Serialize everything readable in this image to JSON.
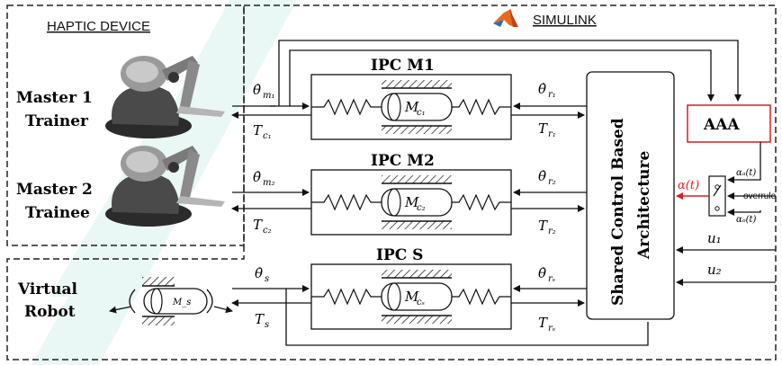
{
  "haptic_device_label": "HAPTIC DEVICE",
  "simulink_label": "SIMULINK",
  "masters": [
    {
      "line1": "Master 1",
      "line2": "Trainer"
    },
    {
      "line1": "Master 2",
      "line2": "Trainee"
    }
  ],
  "virtual_robot": {
    "line1": "Virtual",
    "line2": "Robot",
    "mass_label": "M_s"
  },
  "ipc_blocks": [
    {
      "title": "IPC M1",
      "mass": "M",
      "mass_sub": "c₁",
      "in_dot": "θ̇",
      "in_sub": "m₁",
      "out_T": "T",
      "out_T_sub": "c₁",
      "ref_dot": "θ̇",
      "ref_sub": "r₁",
      "ref_T": "T",
      "ref_T_sub": "r₁"
    },
    {
      "title": "IPC M2",
      "mass": "M",
      "mass_sub": "c₂",
      "in_dot": "θ̇",
      "in_sub": "m₂",
      "out_T": "T",
      "out_T_sub": "c₂",
      "ref_dot": "θ̇",
      "ref_sub": "r₂",
      "ref_T": "T",
      "ref_T_sub": "r₂"
    },
    {
      "title": "IPC S",
      "mass": "M",
      "mass_sub": "cₛ",
      "in_dot": "θ̇",
      "in_sub": "s",
      "out_T": "T",
      "out_T_sub": "s",
      "ref_dot": "θ̇",
      "ref_sub": "rₛ",
      "ref_T": "T",
      "ref_T_sub": "rₛ"
    }
  ],
  "shared_control": {
    "line1": "Shared Control Based",
    "line2": "Architecture"
  },
  "aaa_label": "AAA",
  "switch": {
    "alpha_a": "αₐ(t)",
    "alpha_o": "αₒ(t)",
    "overrule": "overrule"
  },
  "alpha_out": "α(t)",
  "inputs": {
    "u1": "u₁",
    "u2": "u₂"
  },
  "colors": {
    "red": "#d81e1e",
    "watermark": "#d9f2ee",
    "line": "#111111"
  }
}
